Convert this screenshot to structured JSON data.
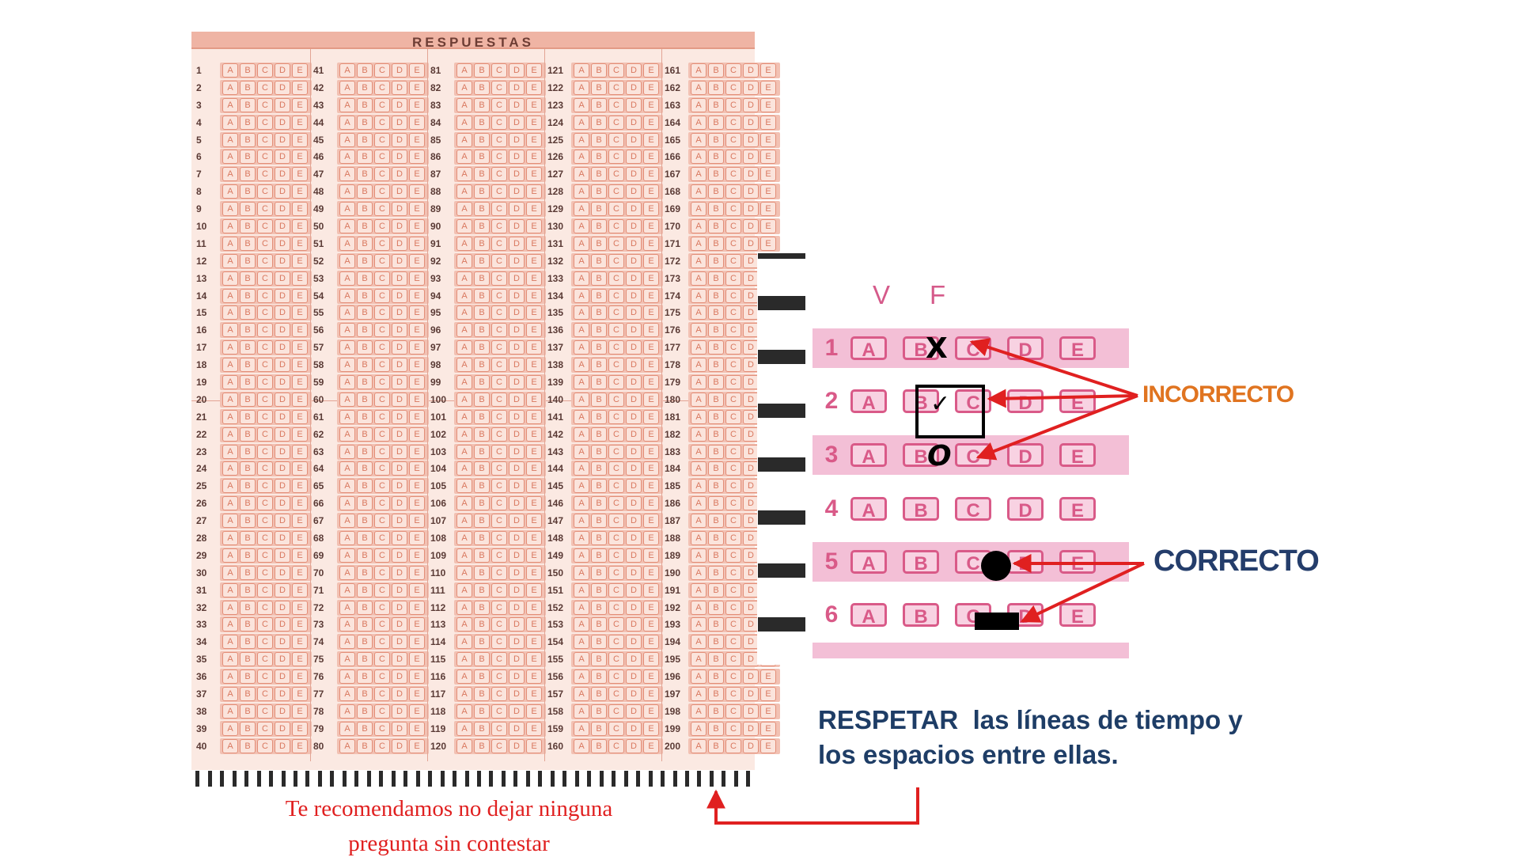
{
  "sheet": {
    "title": "RESPUESTAS",
    "options": [
      "A",
      "B",
      "C",
      "D",
      "E"
    ],
    "columns": [
      {
        "start": 1,
        "end": 40
      },
      {
        "start": 41,
        "end": 80
      },
      {
        "start": 81,
        "end": 120
      },
      {
        "start": 121,
        "end": 160
      },
      {
        "start": 161,
        "end": 200
      }
    ]
  },
  "demo": {
    "true_label": "V",
    "false_label": "F",
    "rows": [
      {
        "num": "1",
        "options": [
          "A",
          "B",
          "C",
          "D",
          "E"
        ],
        "shaded": true
      },
      {
        "num": "2",
        "options": [
          "A",
          "B",
          "C",
          "D",
          "E"
        ],
        "shaded": false
      },
      {
        "num": "3",
        "options": [
          "A",
          "B",
          "C",
          "D",
          "E"
        ],
        "shaded": true
      },
      {
        "num": "4",
        "options": [
          "A",
          "B",
          "C",
          "D",
          "E"
        ],
        "shaded": false
      },
      {
        "num": "5",
        "options": [
          "A",
          "B",
          "C",
          "D",
          "E"
        ],
        "shaded": true
      },
      {
        "num": "6",
        "options": [
          "A",
          "B",
          "C",
          "D",
          "E"
        ],
        "shaded": false
      }
    ],
    "marks": {
      "x_mark": "X",
      "check_mark": "✓",
      "o_mark": "O"
    }
  },
  "labels": {
    "incorrect": "INCORRECTO",
    "correct": "CORRECTO",
    "respect_line1": "RESPETAR  las líneas de tiempo y",
    "respect_line2": "los espacios entre ellas.",
    "recommend_line1": "Te recomendamos no dejar ninguna",
    "recommend_line2": "pregunta sin contestar"
  },
  "colors": {
    "arrow": "#e02020",
    "incorrect": "#e07420",
    "correct": "#243d6b",
    "sheet_pink": "#f2c1b3",
    "demo_pink": "#d95a88"
  }
}
